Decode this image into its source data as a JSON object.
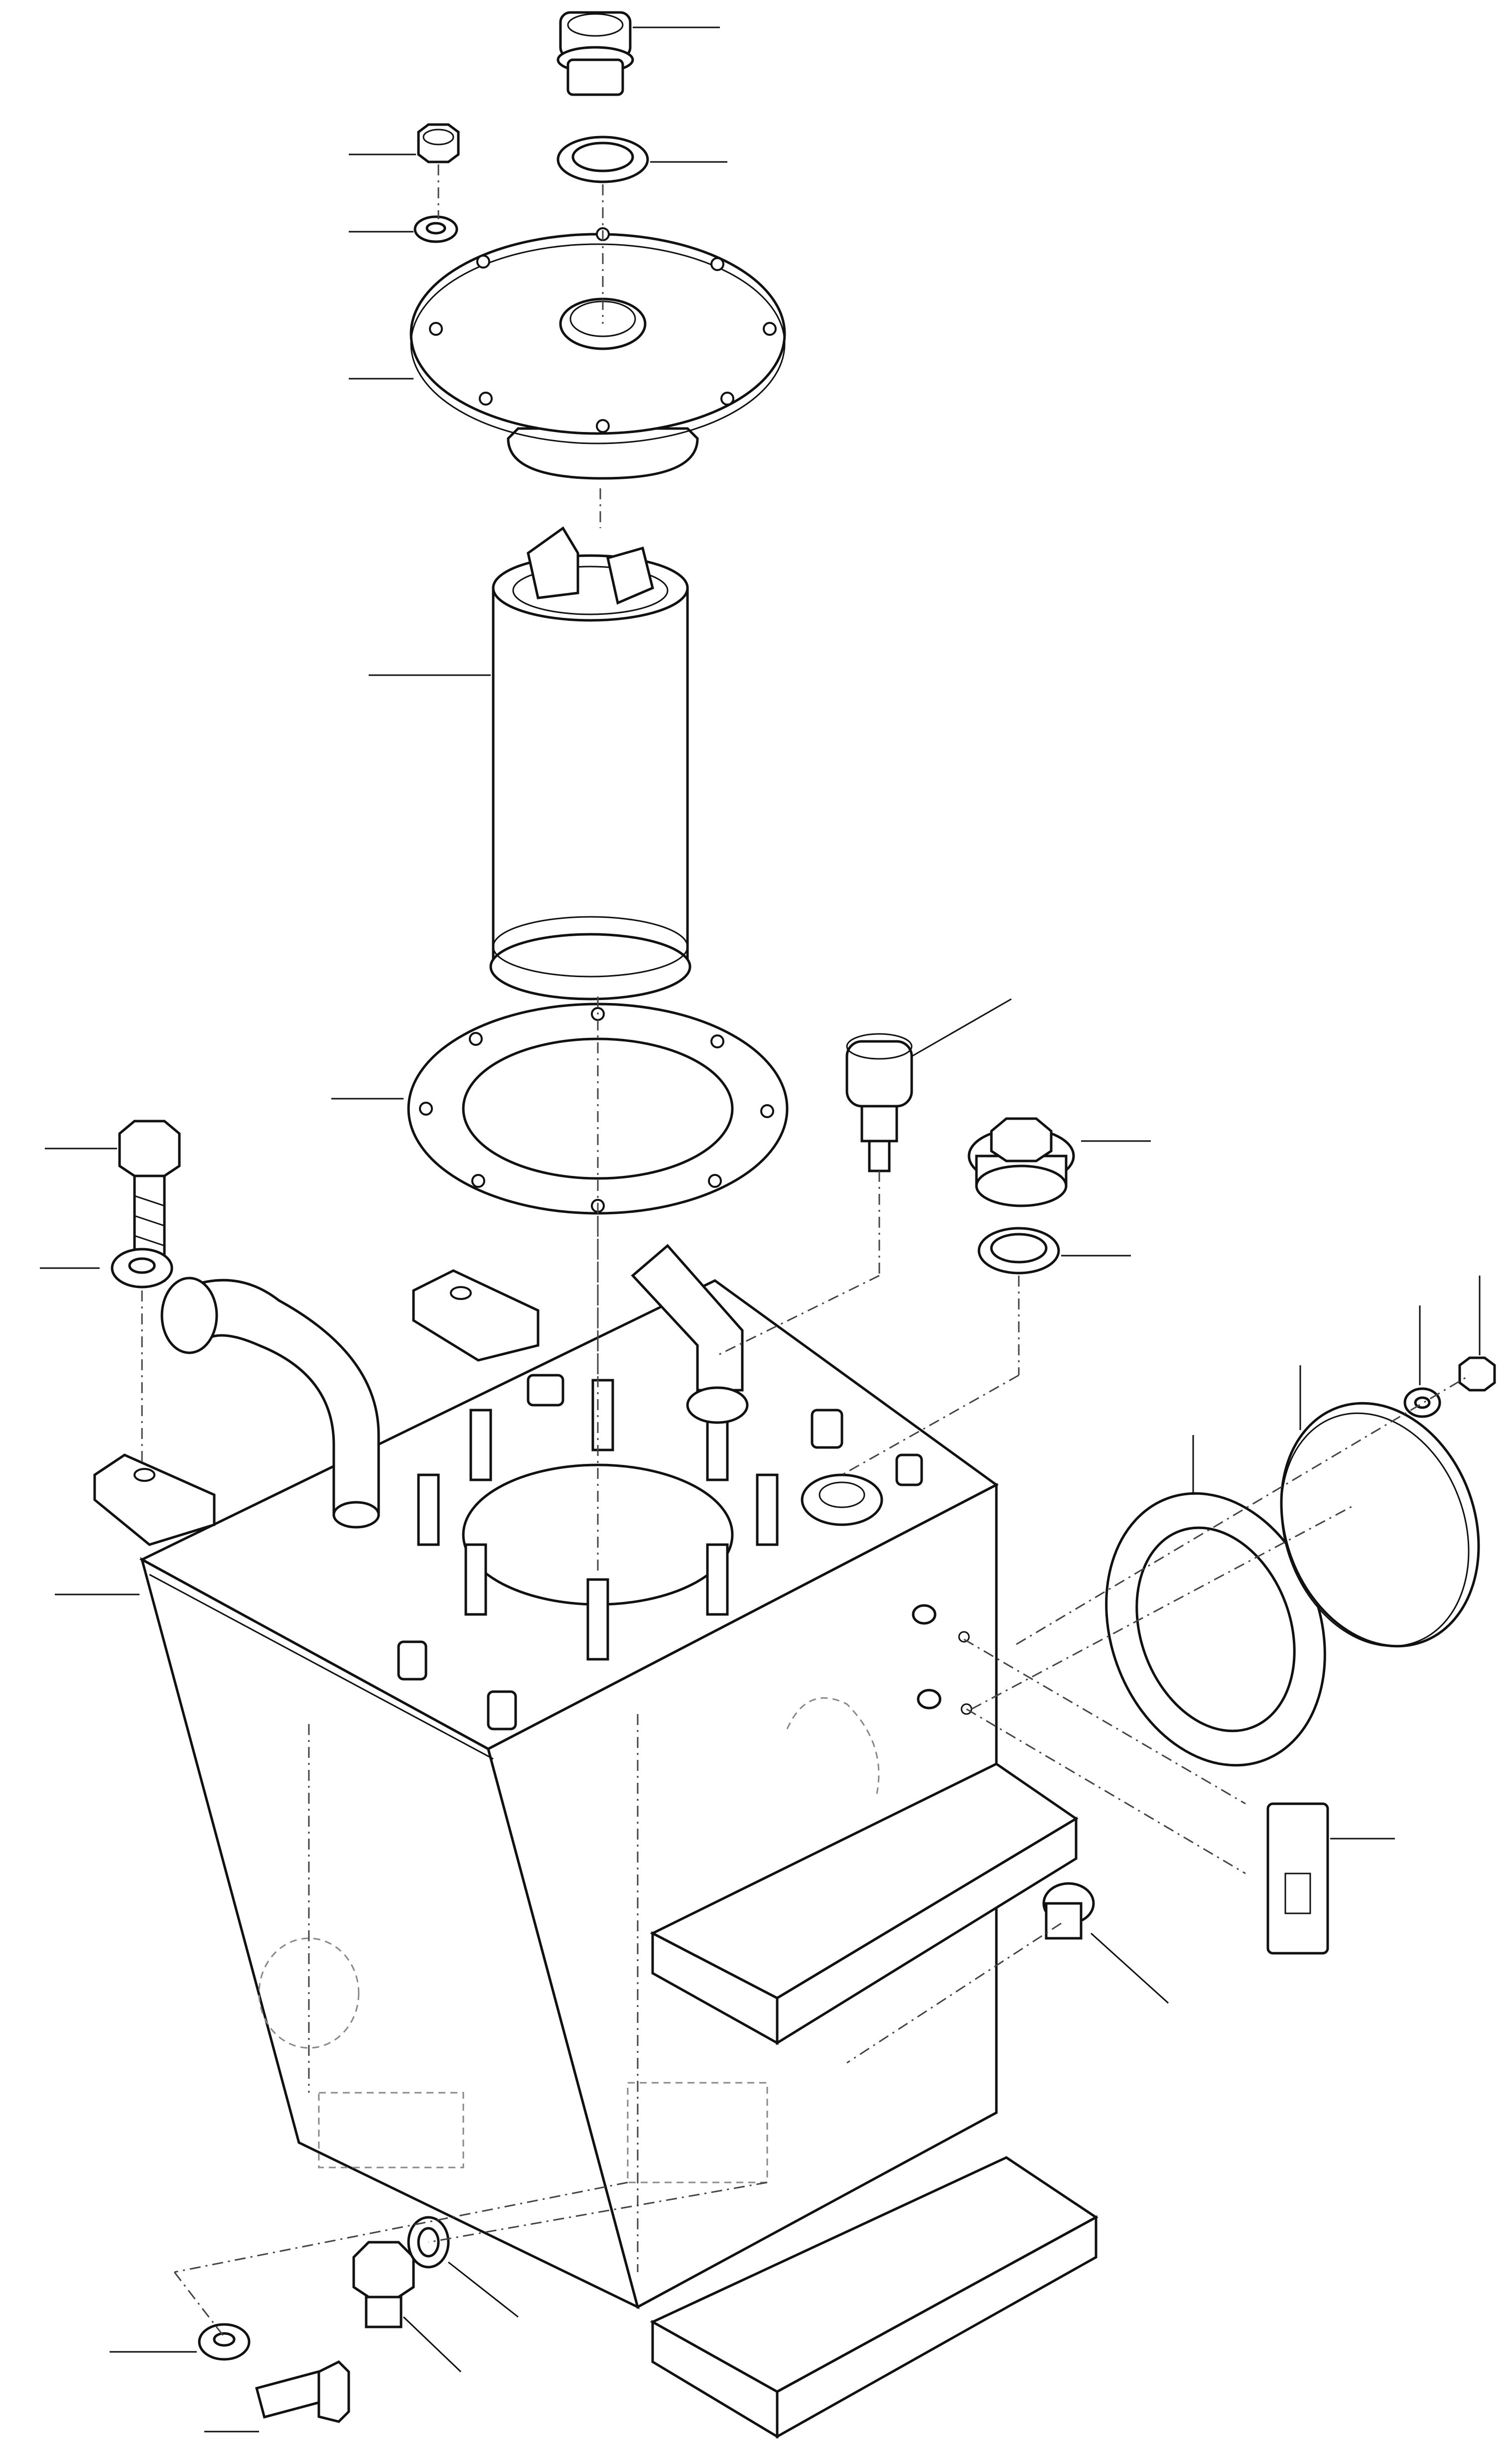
{
  "diagram": {
    "kind": "exploded-view",
    "colors": {
      "line": "#111111",
      "background": "#ffffff"
    },
    "parts": [
      "filler-plug-top",
      "sealing-ring-top",
      "nut-left",
      "washer-left",
      "cover-flange",
      "filter-element",
      "gasket-large",
      "breather-valve",
      "plug-right",
      "sealing-ring-right",
      "inlet-bolt",
      "inlet-washer",
      "tank-body",
      "side-gasket",
      "side-cover-plate",
      "side-washer",
      "side-nut",
      "level-gauge",
      "drain-fitting",
      "drain-plug",
      "drain-sealing-ring",
      "bottom-washer",
      "bottom-bolt",
      "step-upper",
      "step-lower"
    ]
  }
}
